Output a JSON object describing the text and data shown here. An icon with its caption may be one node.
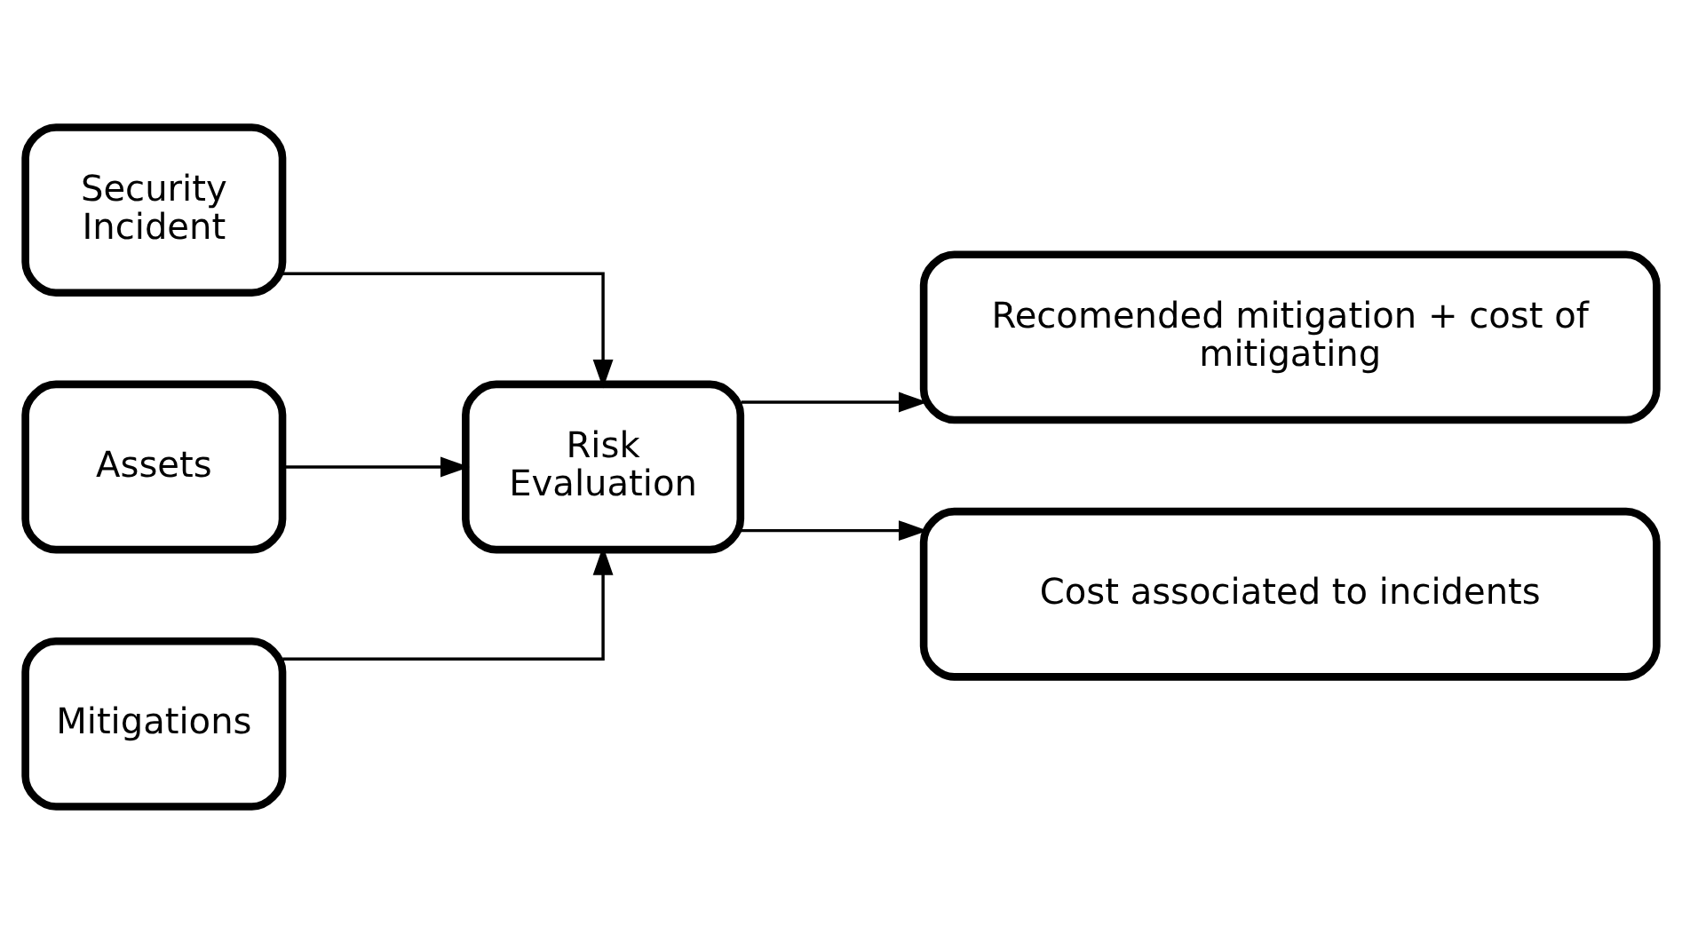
{
  "diagram": {
    "nodes": [
      {
        "text": [
          "Security Incident"
        ]
      },
      {
        "text": [
          "Assets"
        ]
      },
      {
        "text": [
          "Mitigations"
        ]
      },
      {
        "text": [
          "Risk Evaluation"
        ]
      },
      {
        "text": [
          "Recomended mitigation + cost of mitigating"
        ]
      },
      {
        "text": [
          "Cost associated to incidents"
        ]
      }
    ],
    "edges": [
      {
        "from": 0,
        "to": 3,
        "arrow": "to"
      },
      {
        "from": 1,
        "to": 3,
        "arrow": "to"
      },
      {
        "from": 2,
        "to": 3,
        "arrow": "to"
      },
      {
        "from": 3,
        "to": 4,
        "arrow": "to"
      },
      {
        "from": 3,
        "to": 5,
        "arrow": "to"
      }
    ]
  }
}
